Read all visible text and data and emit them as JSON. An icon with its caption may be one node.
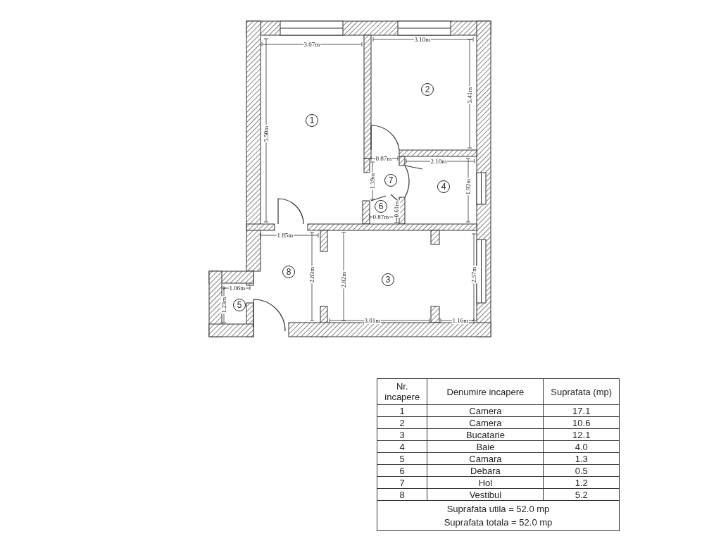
{
  "diagram": {
    "labels": [
      "3.07m",
      "3.10m",
      "2",
      "3.41m",
      "1",
      "5.50m",
      "0.87m",
      "2.10m",
      "1.39m",
      "7",
      "4",
      "1.92m",
      "6",
      "0.61m",
      "0.87m",
      "1.85m",
      "8",
      "2.83m",
      "2.82m",
      "3",
      "2.57m",
      "1.06m",
      "1.23m",
      "5",
      "3.01m",
      "1.16m",
      "Nr. incapere",
      "Denumire incapere",
      "Suprafata (mp)",
      "1",
      "Camera",
      "17.1",
      "2",
      "Camera",
      "10.6",
      "3",
      "Bucatarie",
      "12.1",
      "4",
      "Baie",
      "4.0",
      "5",
      "Camara",
      "1.3",
      "6",
      "Debara",
      "0.5",
      "7",
      "Hol",
      "1.2",
      "8",
      "Vestibul",
      "5.2",
      "Suprafata utila = 52.0 mp",
      "Suprafata totala = 52.0 mp"
    ]
  }
}
